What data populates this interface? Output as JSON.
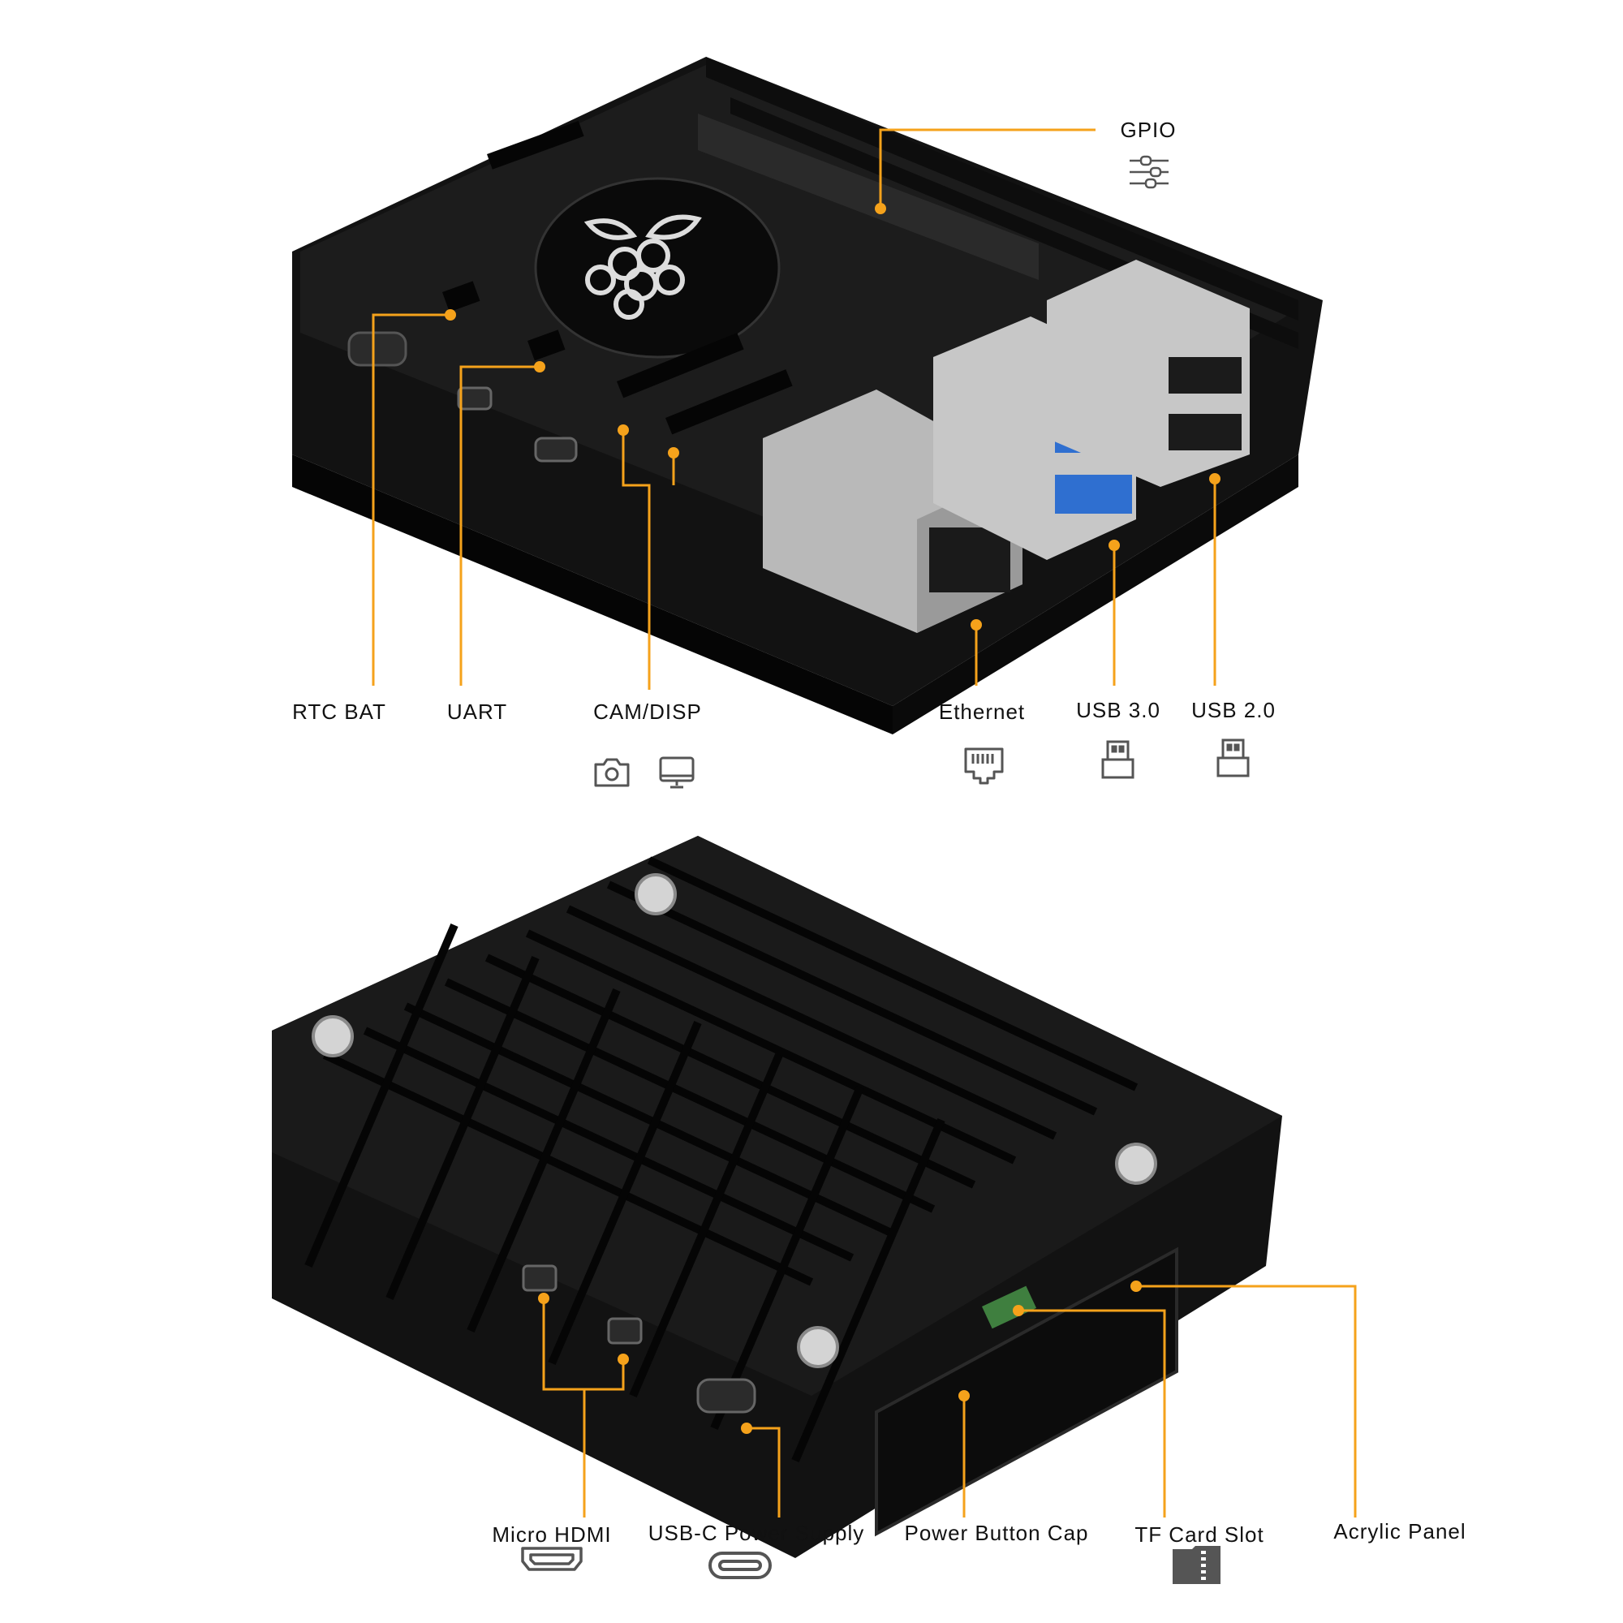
{
  "accent_color": "#f5a21b",
  "case_color": "#111111",
  "top_view": {
    "labels": [
      {
        "id": "gpio",
        "text": "GPIO",
        "icon": "gpio-pins-icon"
      },
      {
        "id": "rtc_bat",
        "text": "RTC BAT",
        "icon": ""
      },
      {
        "id": "uart",
        "text": "UART",
        "icon": ""
      },
      {
        "id": "cam_disp",
        "text": "CAM/DISP",
        "icon": "camera-icon, monitor-icon"
      },
      {
        "id": "ethernet",
        "text": "Ethernet",
        "icon": "ethernet-port-icon"
      },
      {
        "id": "usb3",
        "text": "USB 3.0",
        "icon": "usb-port-icon"
      },
      {
        "id": "usb2",
        "text": "USB 2.0",
        "icon": "usb-port-icon"
      }
    ]
  },
  "bottom_view": {
    "labels": [
      {
        "id": "micro_hdmi",
        "text": "Micro HDMI",
        "icon": "hdmi-port-icon"
      },
      {
        "id": "usbc_power",
        "text": "USB-C Power Supply",
        "icon": "usb-c-port-icon"
      },
      {
        "id": "power_button",
        "text": "Power Button Cap",
        "icon": ""
      },
      {
        "id": "tf_card",
        "text": "TF Card Slot",
        "icon": "sd-card-icon"
      },
      {
        "id": "acrylic_panel",
        "text": "Acrylic Panel",
        "icon": ""
      }
    ]
  }
}
